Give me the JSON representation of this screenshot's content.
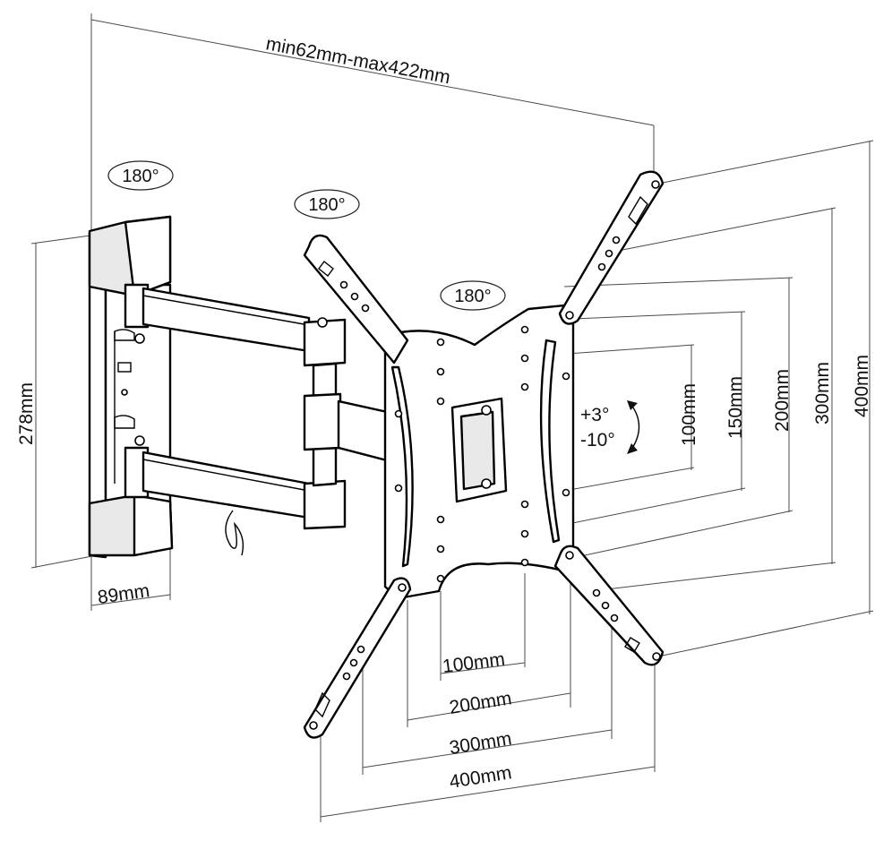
{
  "dimensions": {
    "depth_range": "min62mm-max422mm",
    "wall_plate_height": "278mm",
    "wall_plate_width": "89mm",
    "vesa_h": [
      "100mm",
      "200mm",
      "300mm",
      "400mm"
    ],
    "vesa_v": [
      "100mm",
      "150mm",
      "200mm",
      "300mm",
      "400mm"
    ]
  },
  "rotations": {
    "wall_swivel": "180°",
    "arm_swivel": "180°",
    "head_swivel": "180°",
    "tilt_up": "+3°",
    "tilt_down": "-10°"
  }
}
